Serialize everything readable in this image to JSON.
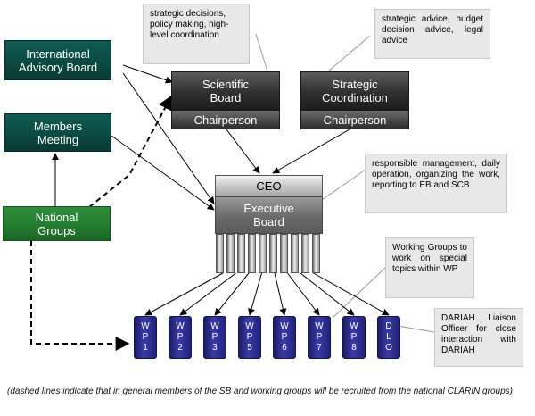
{
  "nodes": {
    "iab": "International Advisory Board",
    "members_meeting": "Members Meeting",
    "national_groups": "National Groups",
    "scientific_board": "Scientific Board",
    "sb_chair": "Chairperson",
    "strategic_coordination": "Strategic Coordination",
    "sc_chair": "Chairperson",
    "ceo": "CEO",
    "executive_board": "Executive Board"
  },
  "notes": {
    "sb_note": "strategic decisions, policy making, high-level coordination",
    "sc_note": "strategic advice, budget decision advice, legal advice",
    "ceo_note": "responsible management, daily operation, organizing the work, reporting to EB and SCB",
    "wg_note": "Working Groups to work on special topics within WP",
    "dlo_note": "DARIAH Liaison Officer for close interaction with DARIAH"
  },
  "work_packages": [
    {
      "top": "W",
      "mid": "P",
      "bot": "1"
    },
    {
      "top": "W",
      "mid": "P",
      "bot": "2"
    },
    {
      "top": "W",
      "mid": "P",
      "bot": "3"
    },
    {
      "top": "W",
      "mid": "P",
      "bot": "5"
    },
    {
      "top": "W",
      "mid": "P",
      "bot": "6"
    },
    {
      "top": "W",
      "mid": "P",
      "bot": "7"
    },
    {
      "top": "W",
      "mid": "P",
      "bot": "8"
    },
    {
      "top": "D",
      "mid": "L",
      "bot": "O"
    }
  ],
  "caption": "(dashed lines indicate that in general members of the SB and working groups will be recruited from the national CLARIN groups)",
  "colors": {
    "governance_green": "#0b4a42",
    "national_green": "#227a2e",
    "board_dark": "#303030",
    "wp_blue": "#2a2a8a",
    "note_gray": "#e8e8e8"
  }
}
